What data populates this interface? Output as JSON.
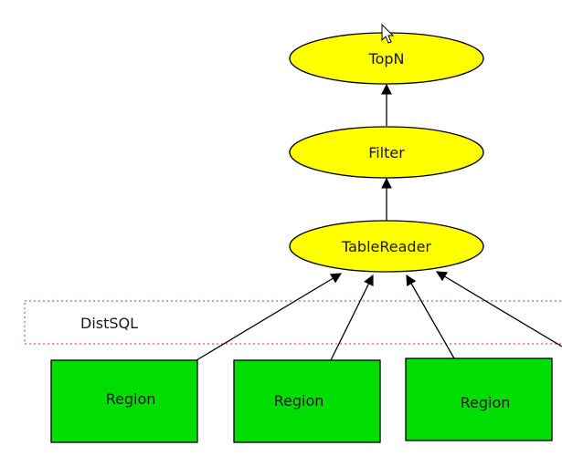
{
  "nodes": {
    "topn": {
      "label": "TopN"
    },
    "filter": {
      "label": "Filter"
    },
    "tablereader": {
      "label": "TableReader"
    }
  },
  "distsql": {
    "label": "DistSQL"
  },
  "regions": [
    {
      "label": "Region"
    },
    {
      "label": "Region"
    },
    {
      "label": "Region"
    }
  ],
  "colors": {
    "ellipse_fill": "#ffff00",
    "region_fill": "#00dd00",
    "distsql_border": "#cc3333",
    "stroke": "#000000"
  },
  "icons": {
    "cursor": "mouse-pointer-icon"
  }
}
